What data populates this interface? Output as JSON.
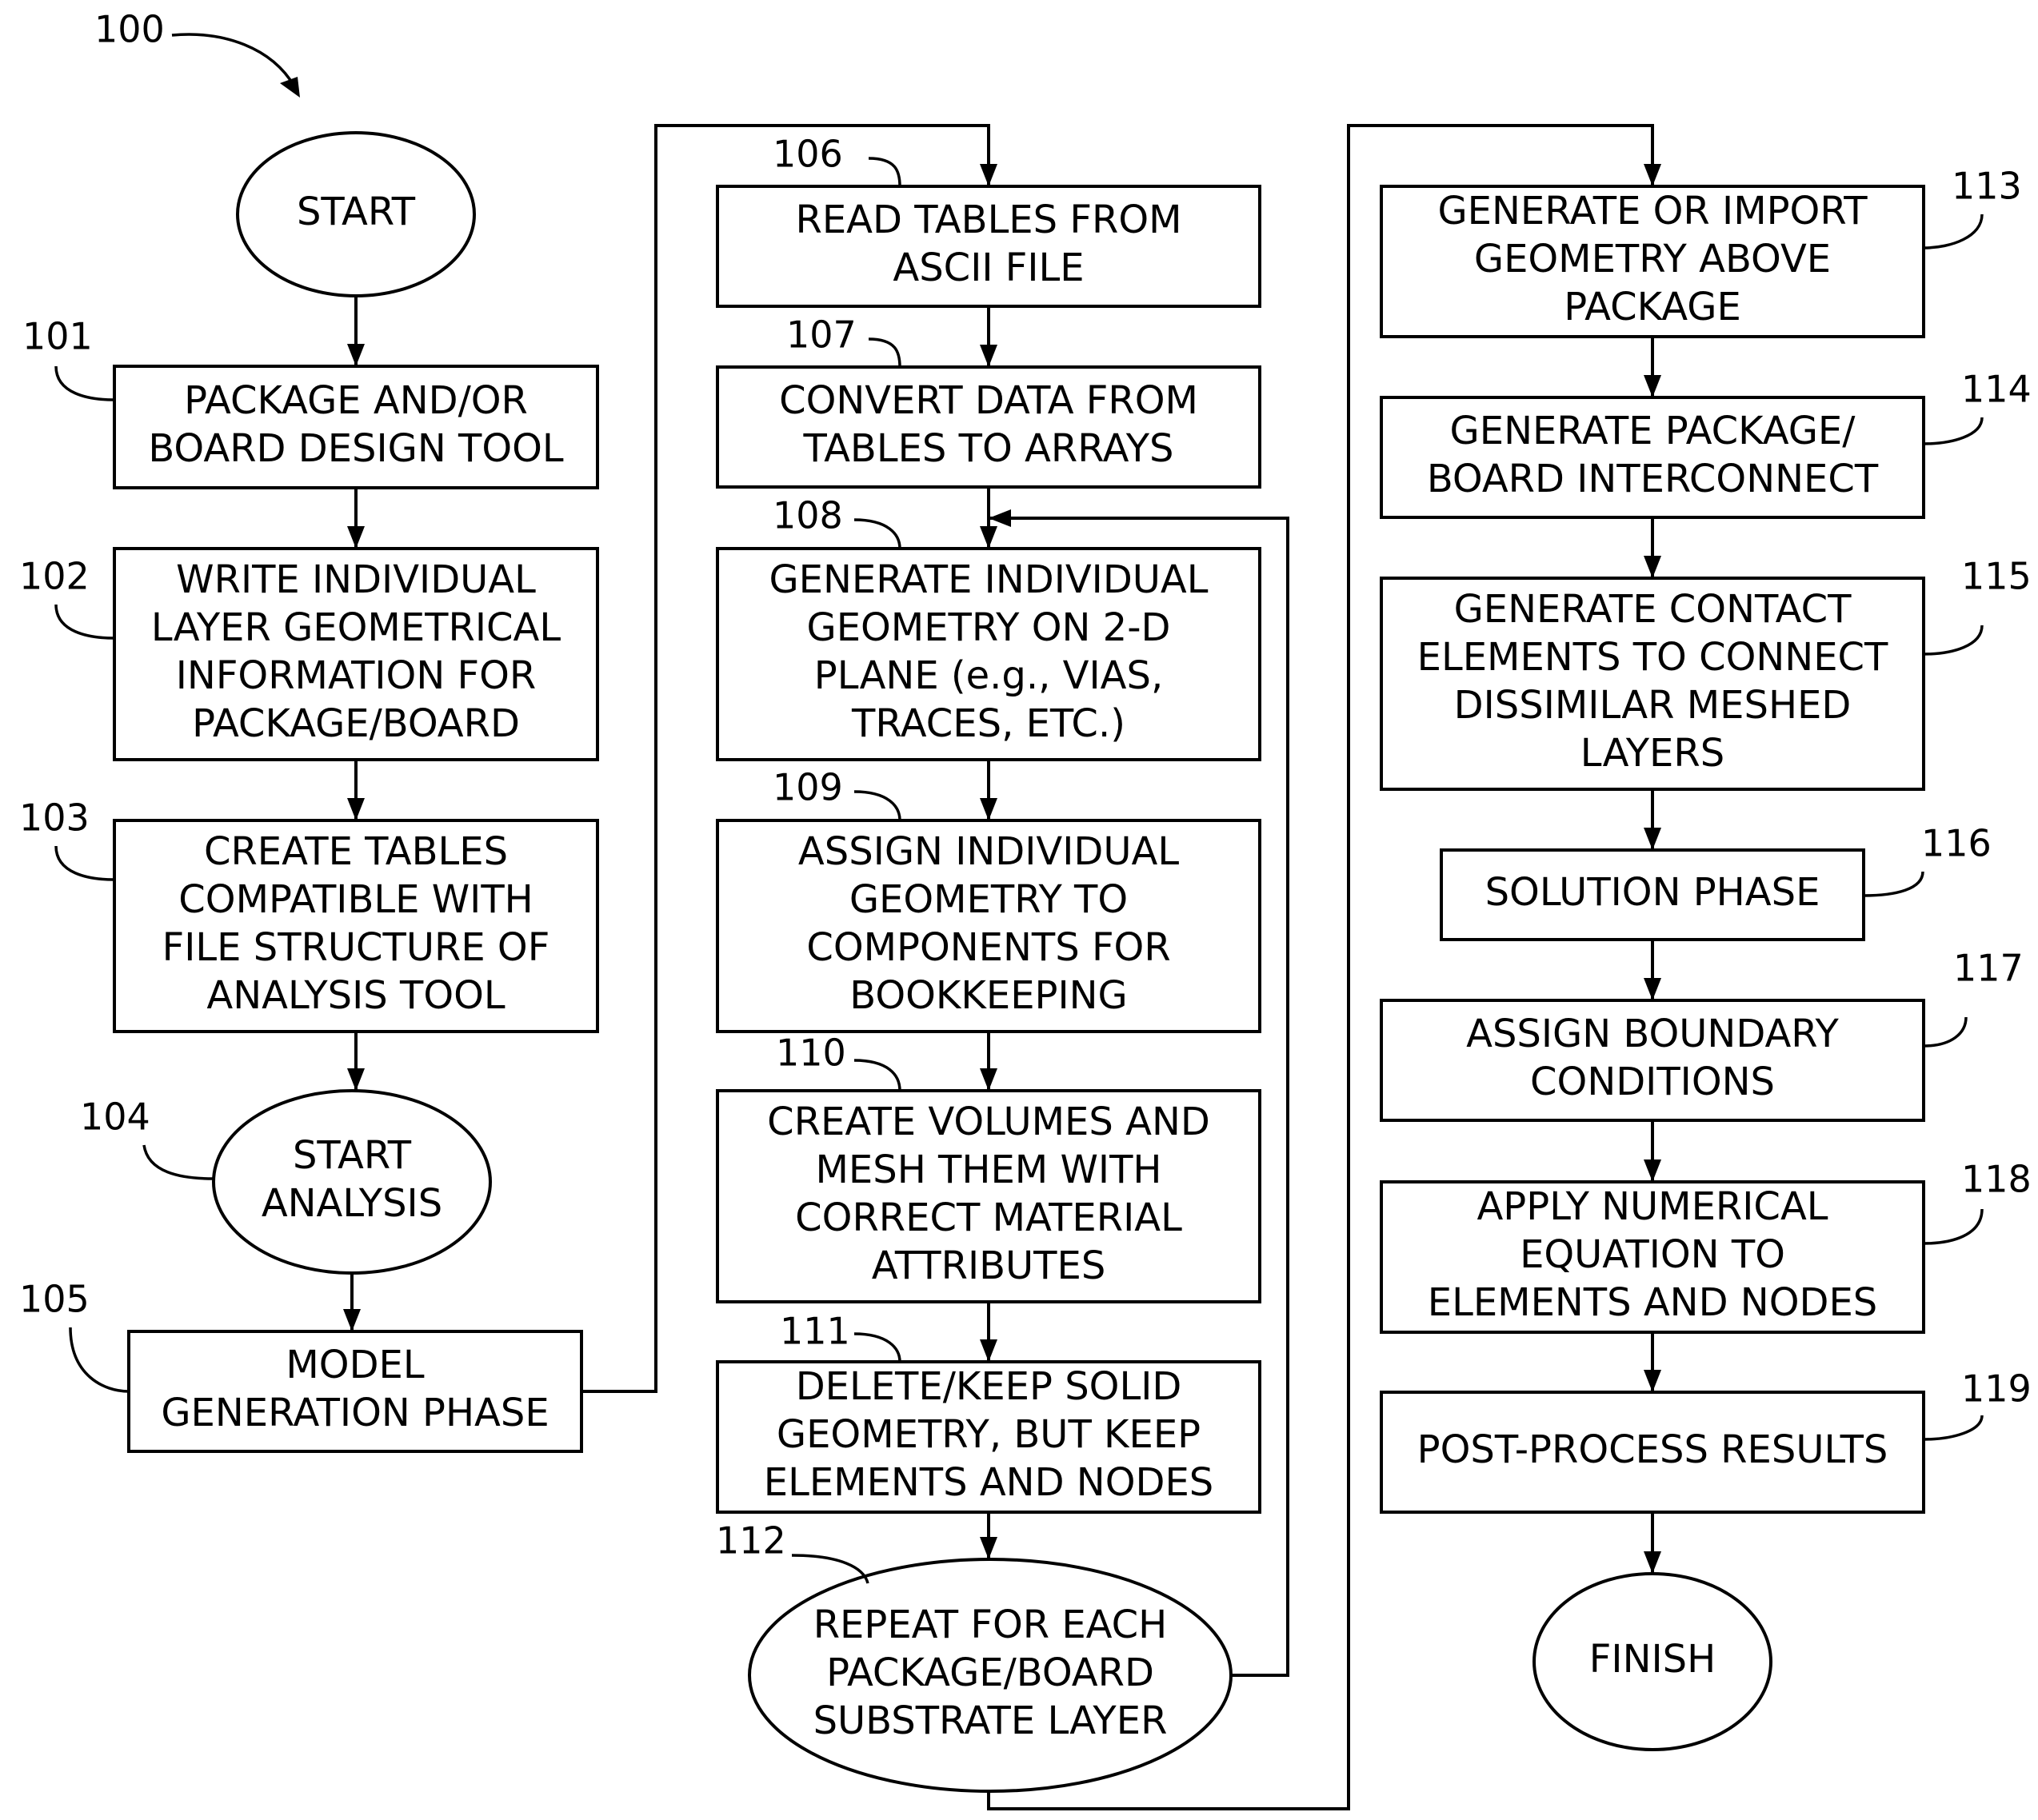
{
  "figure_ref": "100",
  "nodes": {
    "start": {
      "lines": [
        "START"
      ]
    },
    "n101": {
      "ref": "101",
      "lines": [
        "PACKAGE AND/OR",
        "BOARD DESIGN TOOL"
      ]
    },
    "n102": {
      "ref": "102",
      "lines": [
        "WRITE INDIVIDUAL",
        "LAYER GEOMETRICAL",
        "INFORMATION FOR",
        "PACKAGE/BOARD"
      ]
    },
    "n103": {
      "ref": "103",
      "lines": [
        "CREATE TABLES",
        "COMPATIBLE WITH",
        "FILE STRUCTURE OF",
        "ANALYSIS TOOL"
      ]
    },
    "n104": {
      "ref": "104",
      "lines": [
        "START",
        "ANALYSIS"
      ]
    },
    "n105": {
      "ref": "105",
      "lines": [
        "MODEL",
        "GENERATION PHASE"
      ]
    },
    "n106": {
      "ref": "106",
      "lines": [
        "READ TABLES FROM",
        "ASCII FILE"
      ]
    },
    "n107": {
      "ref": "107",
      "lines": [
        "CONVERT DATA FROM",
        "TABLES TO ARRAYS"
      ]
    },
    "n108": {
      "ref": "108",
      "lines": [
        "GENERATE INDIVIDUAL",
        "GEOMETRY ON 2-D",
        "PLANE (e.g., VIAS,",
        "TRACES, ETC.)"
      ]
    },
    "n109": {
      "ref": "109",
      "lines": [
        "ASSIGN INDIVIDUAL",
        "GEOMETRY TO",
        "COMPONENTS FOR",
        "BOOKKEEPING"
      ]
    },
    "n110": {
      "ref": "110",
      "lines": [
        "CREATE VOLUMES AND",
        "MESH THEM WITH",
        "CORRECT MATERIAL",
        "ATTRIBUTES"
      ]
    },
    "n111": {
      "ref": "111",
      "lines": [
        "DELETE/KEEP SOLID",
        "GEOMETRY, BUT KEEP",
        "ELEMENTS AND NODES"
      ]
    },
    "n112": {
      "ref": "112",
      "lines": [
        "REPEAT FOR EACH",
        "PACKAGE/BOARD",
        "SUBSTRATE LAYER"
      ]
    },
    "n113": {
      "ref": "113",
      "lines": [
        "GENERATE OR IMPORT",
        "GEOMETRY ABOVE",
        "PACKAGE"
      ]
    },
    "n114": {
      "ref": "114",
      "lines": [
        "GENERATE PACKAGE/",
        "BOARD INTERCONNECT"
      ]
    },
    "n115": {
      "ref": "115",
      "lines": [
        "GENERATE CONTACT",
        "ELEMENTS TO CONNECT",
        "DISSIMILAR MESHED",
        "LAYERS"
      ]
    },
    "n116": {
      "ref": "116",
      "lines": [
        "SOLUTION PHASE"
      ]
    },
    "n117": {
      "ref": "117",
      "lines": [
        "ASSIGN BOUNDARY",
        "CONDITIONS"
      ]
    },
    "n118": {
      "ref": "118",
      "lines": [
        "APPLY NUMERICAL",
        "EQUATION TO",
        "ELEMENTS AND NODES"
      ]
    },
    "n119": {
      "ref": "119",
      "lines": [
        "POST-PROCESS RESULTS"
      ]
    },
    "finish": {
      "lines": [
        "FINISH"
      ]
    }
  }
}
